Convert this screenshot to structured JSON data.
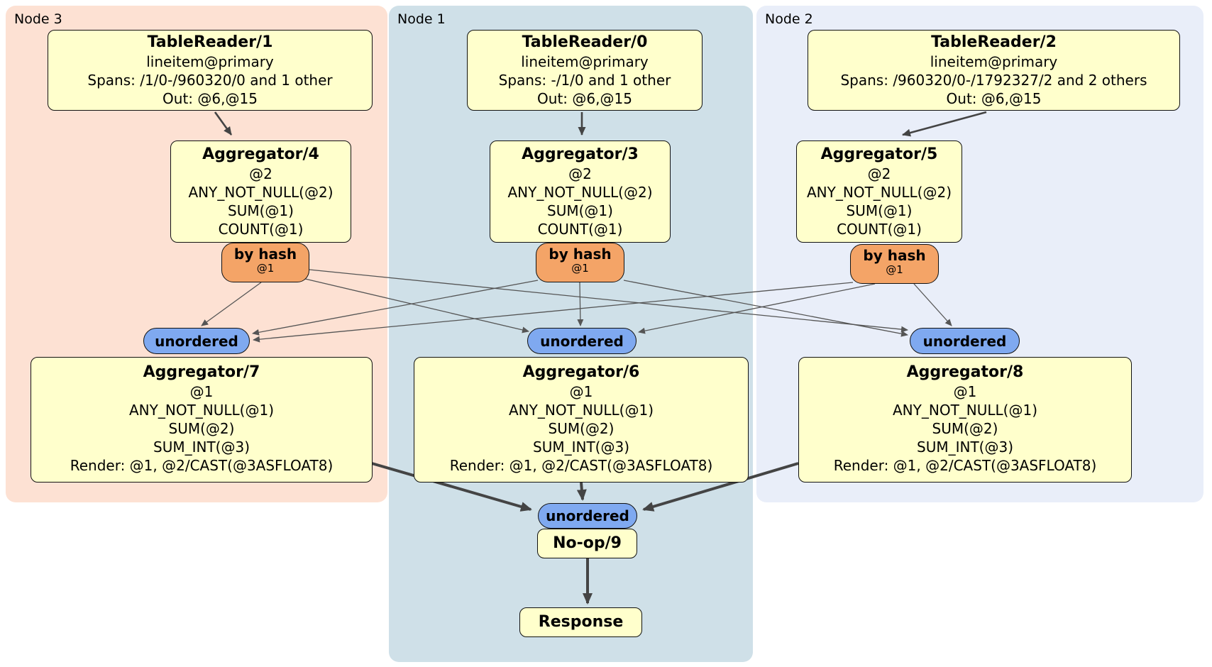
{
  "regions": {
    "node3": {
      "label": "Node 3"
    },
    "node1": {
      "label": "Node 1"
    },
    "node2": {
      "label": "Node 2"
    }
  },
  "processors": {
    "tr1": {
      "title": "TableReader/1",
      "index": "lineitem@primary",
      "spans": "Spans: /1/0-/960320/0 and 1 other",
      "out": "Out: @6,@15"
    },
    "tr0": {
      "title": "TableReader/0",
      "index": "lineitem@primary",
      "spans": "Spans: -/1/0 and 1 other",
      "out": "Out: @6,@15"
    },
    "tr2": {
      "title": "TableReader/2",
      "index": "lineitem@primary",
      "spans": "Spans: /960320/0-/1792327/2 and 2 others",
      "out": "Out: @6,@15"
    },
    "agg4": {
      "title": "Aggregator/4",
      "group": "@2",
      "fn1": "ANY_NOT_NULL(@2)",
      "fn2": "SUM(@1)",
      "fn3": "COUNT(@1)"
    },
    "agg3": {
      "title": "Aggregator/3",
      "group": "@2",
      "fn1": "ANY_NOT_NULL(@2)",
      "fn2": "SUM(@1)",
      "fn3": "COUNT(@1)"
    },
    "agg5": {
      "title": "Aggregator/5",
      "group": "@2",
      "fn1": "ANY_NOT_NULL(@2)",
      "fn2": "SUM(@1)",
      "fn3": "COUNT(@1)"
    },
    "agg7": {
      "title": "Aggregator/7",
      "group": "@1",
      "fn1": "ANY_NOT_NULL(@1)",
      "fn2": "SUM(@2)",
      "fn3": "SUM_INT(@3)",
      "render": "Render: @1, @2/CAST(@3ASFLOAT8)"
    },
    "agg6": {
      "title": "Aggregator/6",
      "group": "@1",
      "fn1": "ANY_NOT_NULL(@1)",
      "fn2": "SUM(@2)",
      "fn3": "SUM_INT(@3)",
      "render": "Render: @1, @2/CAST(@3ASFLOAT8)"
    },
    "agg8": {
      "title": "Aggregator/8",
      "group": "@1",
      "fn1": "ANY_NOT_NULL(@1)",
      "fn2": "SUM(@2)",
      "fn3": "SUM_INT(@3)",
      "render": "Render: @1, @2/CAST(@3ASFLOAT8)"
    },
    "noop9": {
      "title": "No-op/9"
    },
    "response": {
      "title": "Response"
    }
  },
  "routers": {
    "by_hash3": {
      "label": "by hash",
      "detail": "@1"
    },
    "by_hash1": {
      "label": "by hash",
      "detail": "@1"
    },
    "by_hash2": {
      "label": "by hash",
      "detail": "@1"
    },
    "unordered3": {
      "label": "unordered"
    },
    "unordered1": {
      "label": "unordered"
    },
    "unordered2": {
      "label": "unordered"
    },
    "unordered_final": {
      "label": "unordered"
    }
  },
  "colors": {
    "node3_bg": "#fde1d3",
    "node1_bg": "#cfe0e8",
    "node2_bg": "#e9eef9",
    "processor_fill": "#ffffcc",
    "router_fill": "#f4a467",
    "sync_fill": "#7fa9f0",
    "edge": "#444444"
  }
}
